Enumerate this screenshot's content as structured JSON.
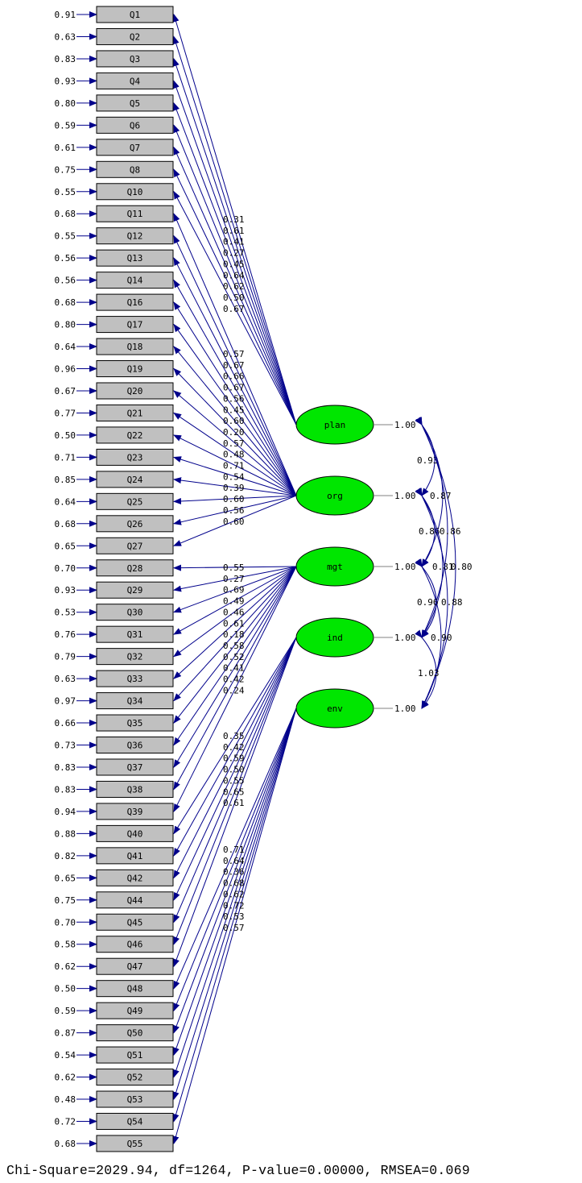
{
  "indicators": [
    {
      "name": "Q1",
      "error": "0.91",
      "factor": "plan",
      "loading": "0.31"
    },
    {
      "name": "Q2",
      "error": "0.63",
      "factor": "plan",
      "loading": "0.61"
    },
    {
      "name": "Q3",
      "error": "0.83",
      "factor": "plan",
      "loading": "0.41"
    },
    {
      "name": "Q4",
      "error": "0.93",
      "factor": "plan",
      "loading": "0.27"
    },
    {
      "name": "Q5",
      "error": "0.80",
      "factor": "plan",
      "loading": "0.45"
    },
    {
      "name": "Q6",
      "error": "0.59",
      "factor": "plan",
      "loading": "0.64"
    },
    {
      "name": "Q7",
      "error": "0.61",
      "factor": "plan",
      "loading": "0.62"
    },
    {
      "name": "Q8",
      "error": "0.75",
      "factor": "plan",
      "loading": "0.50"
    },
    {
      "name": "Q10",
      "error": "0.55",
      "factor": "plan",
      "loading": "0.67"
    },
    {
      "name": "Q11",
      "error": "0.68",
      "factor": "org",
      "loading": "0.57"
    },
    {
      "name": "Q12",
      "error": "0.55",
      "factor": "org",
      "loading": "0.67"
    },
    {
      "name": "Q13",
      "error": "0.56",
      "factor": "org",
      "loading": "0.66"
    },
    {
      "name": "Q14",
      "error": "0.56",
      "factor": "org",
      "loading": "0.67"
    },
    {
      "name": "Q16",
      "error": "0.68",
      "factor": "org",
      "loading": "0.56"
    },
    {
      "name": "Q17",
      "error": "0.80",
      "factor": "org",
      "loading": "0.45"
    },
    {
      "name": "Q18",
      "error": "0.64",
      "factor": "org",
      "loading": "0.60"
    },
    {
      "name": "Q19",
      "error": "0.96",
      "factor": "org",
      "loading": "0.20"
    },
    {
      "name": "Q20",
      "error": "0.67",
      "factor": "org",
      "loading": "0.57"
    },
    {
      "name": "Q21",
      "error": "0.77",
      "factor": "org",
      "loading": "0.48"
    },
    {
      "name": "Q22",
      "error": "0.50",
      "factor": "org",
      "loading": "0.71"
    },
    {
      "name": "Q23",
      "error": "0.71",
      "factor": "org",
      "loading": "0.54"
    },
    {
      "name": "Q24",
      "error": "0.85",
      "factor": "org",
      "loading": "0.39"
    },
    {
      "name": "Q25",
      "error": "0.64",
      "factor": "org",
      "loading": "0.60"
    },
    {
      "name": "Q26",
      "error": "0.68",
      "factor": "org",
      "loading": "0.56"
    },
    {
      "name": "Q27",
      "error": "0.65",
      "factor": "org",
      "loading": "0.60"
    },
    {
      "name": "Q28",
      "error": "0.70",
      "factor": "mgt",
      "loading": "0.55"
    },
    {
      "name": "Q29",
      "error": "0.93",
      "factor": "mgt",
      "loading": "0.27"
    },
    {
      "name": "Q30",
      "error": "0.53",
      "factor": "mgt",
      "loading": "0.69"
    },
    {
      "name": "Q31",
      "error": "0.76",
      "factor": "mgt",
      "loading": "0.49"
    },
    {
      "name": "Q32",
      "error": "0.79",
      "factor": "mgt",
      "loading": "0.46"
    },
    {
      "name": "Q33",
      "error": "0.63",
      "factor": "mgt",
      "loading": "0.61"
    },
    {
      "name": "Q34",
      "error": "0.97",
      "factor": "mgt",
      "loading": "0.18"
    },
    {
      "name": "Q35",
      "error": "0.66",
      "factor": "mgt",
      "loading": "0.58"
    },
    {
      "name": "Q36",
      "error": "0.73",
      "factor": "mgt",
      "loading": "0.52"
    },
    {
      "name": "Q37",
      "error": "0.83",
      "factor": "mgt",
      "loading": "0.41"
    },
    {
      "name": "Q38",
      "error": "0.83",
      "factor": "mgt",
      "loading": "0.42"
    },
    {
      "name": "Q39",
      "error": "0.94",
      "factor": "mgt",
      "loading": "0.24"
    },
    {
      "name": "Q40",
      "error": "0.88",
      "factor": "ind",
      "loading": "0.35"
    },
    {
      "name": "Q41",
      "error": "0.82",
      "factor": "ind",
      "loading": "0.42"
    },
    {
      "name": "Q42",
      "error": "0.65",
      "factor": "ind",
      "loading": "0.59"
    },
    {
      "name": "Q44",
      "error": "0.75",
      "factor": "ind",
      "loading": "0.50"
    },
    {
      "name": "Q45",
      "error": "0.70",
      "factor": "ind",
      "loading": "0.55"
    },
    {
      "name": "Q46",
      "error": "0.58",
      "factor": "ind",
      "loading": "0.65"
    },
    {
      "name": "Q47",
      "error": "0.62",
      "factor": "ind",
      "loading": "0.61"
    },
    {
      "name": "Q48",
      "error": "0.50",
      "factor": "env",
      "loading": "0.71"
    },
    {
      "name": "Q49",
      "error": "0.59",
      "factor": "env",
      "loading": "0.64"
    },
    {
      "name": "Q50",
      "error": "0.87",
      "factor": "env",
      "loading": "0.36"
    },
    {
      "name": "Q51",
      "error": "0.54",
      "factor": "env",
      "loading": "0.68"
    },
    {
      "name": "Q52",
      "error": "0.62",
      "factor": "env",
      "loading": "0.62"
    },
    {
      "name": "Q53",
      "error": "0.48",
      "factor": "env",
      "loading": "0.72"
    },
    {
      "name": "Q54",
      "error": "0.72",
      "factor": "env",
      "loading": "0.53"
    },
    {
      "name": "Q55",
      "error": "0.68",
      "factor": "env",
      "loading": "0.57"
    }
  ],
  "latents": [
    {
      "name": "plan",
      "variance": "1.00"
    },
    {
      "name": "org",
      "variance": "1.00"
    },
    {
      "name": "mgt",
      "variance": "1.00"
    },
    {
      "name": "ind",
      "variance": "1.00"
    },
    {
      "name": "env",
      "variance": "1.00"
    }
  ],
  "correlations": [
    {
      "from": "plan",
      "to": "org",
      "value": "0.93"
    },
    {
      "from": "plan",
      "to": "mgt",
      "value": "0.86"
    },
    {
      "from": "plan",
      "to": "ind",
      "value": "0.81"
    },
    {
      "from": "plan",
      "to": "env",
      "value": "0.80"
    },
    {
      "from": "org",
      "to": "mgt",
      "value": "0.87"
    },
    {
      "from": "org",
      "to": "ind",
      "value": "0.86"
    },
    {
      "from": "org",
      "to": "env",
      "value": "0.88"
    },
    {
      "from": "mgt",
      "to": "ind",
      "value": "0.96"
    },
    {
      "from": "mgt",
      "to": "env",
      "value": "0.90"
    },
    {
      "from": "ind",
      "to": "env",
      "value": "1.03"
    }
  ],
  "fit_statistics": "Chi-Square=2029.94, df=1264, P-value=0.00000, RMSEA=0.069",
  "colors": {
    "latent_fill": "#00e600",
    "indicator_fill": "#c0c0c0",
    "path_color": "#00008b"
  }
}
